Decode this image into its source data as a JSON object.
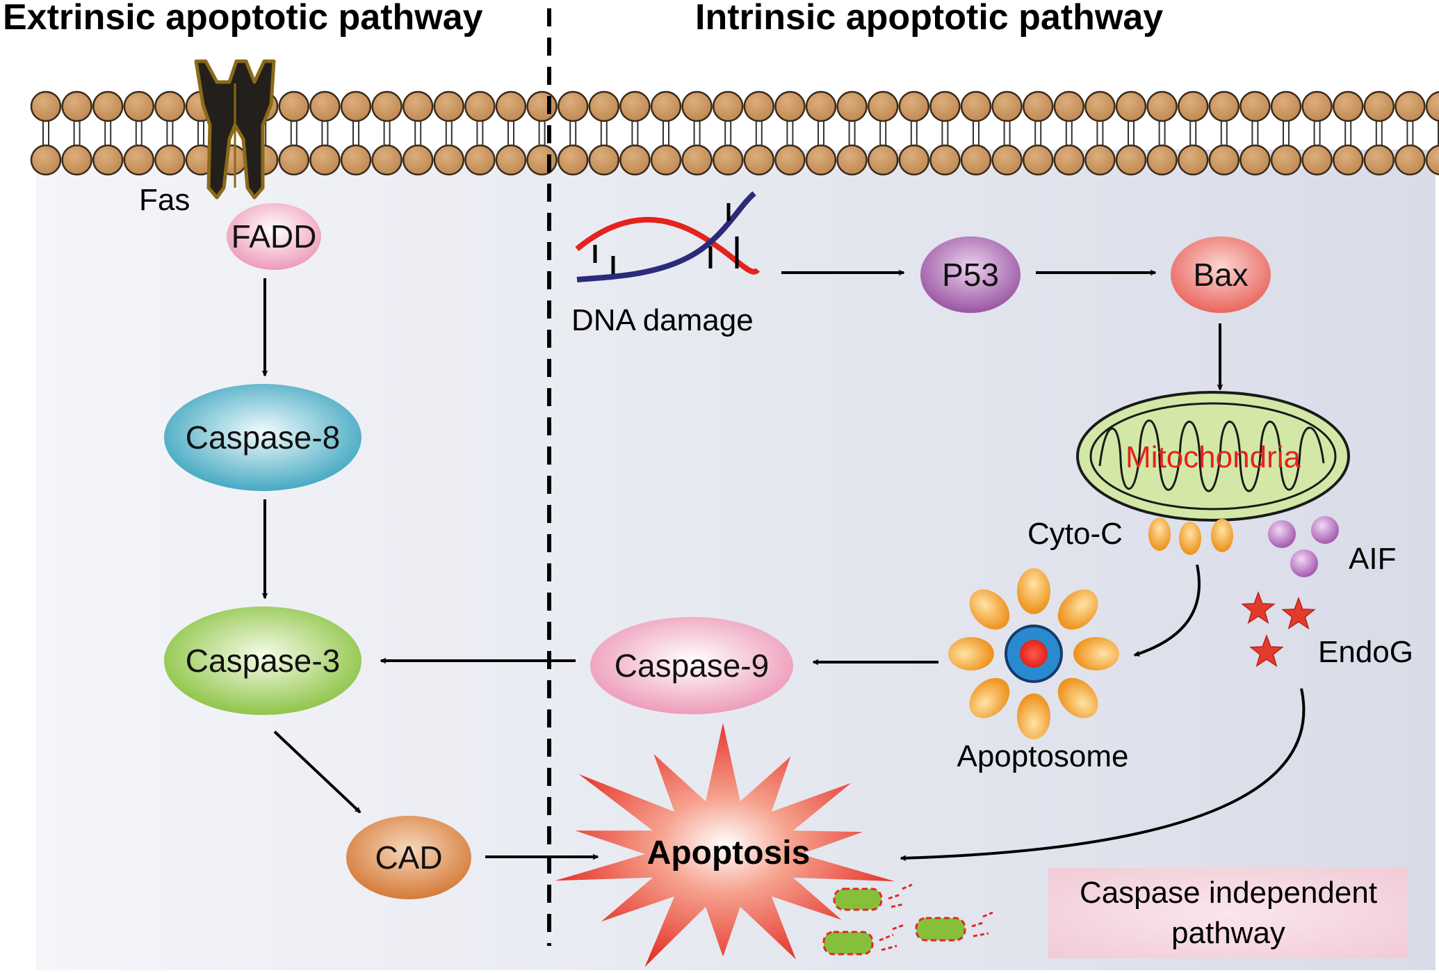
{
  "titles": {
    "extrinsic": "Extrinsic apoptotic pathway",
    "intrinsic": "Intrinsic apoptotic pathway"
  },
  "labels": {
    "fas": "Fas",
    "fadd": "FADD",
    "caspase8": "Caspase-8",
    "caspase3": "Caspase-3",
    "cad": "CAD",
    "apoptosis": "Apoptosis",
    "dna_damage": "DNA damage",
    "p53": "P53",
    "bax": "Bax",
    "mitochondria": "Mitochondria",
    "cyto_c": "Cyto-C",
    "aif": "AIF",
    "endog": "EndoG",
    "apoptosome": "Apoptosome",
    "caspase9": "Caspase-9",
    "caspase_independent_line1": "Caspase independent",
    "caspase_independent_line2": "pathway"
  },
  "colors": {
    "membrane_head": "#c8955f",
    "fadd": "#ee9ab8",
    "caspase8": "#3aa6c0",
    "caspase3": "#8cc43c",
    "cad": "#d9803e",
    "p53": "#a05aa8",
    "bax": "#ec6e66",
    "caspase9": "#ee9ab8",
    "mitochondria": "#cfe6a0",
    "apoptosis": "#e8322a",
    "cyto_c": "#f2a02a",
    "aif": "#b066b8",
    "endog": "#e23b2c"
  }
}
